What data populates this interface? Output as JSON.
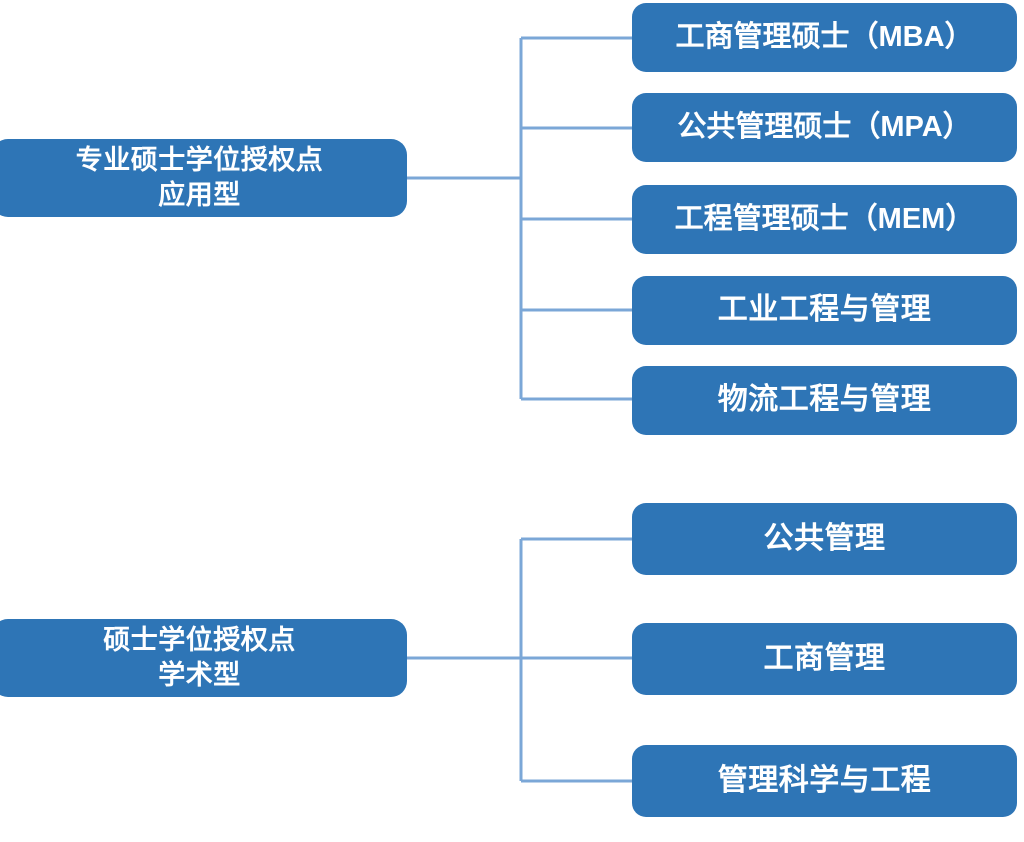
{
  "diagram": {
    "title_semantic": "degree-authorization-points-org-chart",
    "colors": {
      "node_fill": "#2E75B6",
      "node_text": "#FFFFFF",
      "connector": "#7BA7D7",
      "background": "#FFFFFF"
    },
    "groups": [
      {
        "id": "applied",
        "parent": {
          "label": "专业硕士学位授权点\n应用型",
          "line1": "专业硕士学位授权点",
          "line2": "应用型"
        },
        "children": [
          {
            "id": "mba",
            "label": "工商管理硕士（MBA）"
          },
          {
            "id": "mpa",
            "label": "公共管理硕士（MPA）"
          },
          {
            "id": "mem",
            "label": "工程管理硕士（MEM）"
          },
          {
            "id": "ie",
            "label": "工业工程与管理"
          },
          {
            "id": "log",
            "label": "物流工程与管理"
          }
        ]
      },
      {
        "id": "academic",
        "parent": {
          "label": "硕士学位授权点\n学术型",
          "line1": "硕士学位授权点",
          "line2": "学术型"
        },
        "children": [
          {
            "id": "pa",
            "label": "公共管理"
          },
          {
            "id": "ba",
            "label": "工商管理"
          },
          {
            "id": "mse",
            "label": "管理科学与工程"
          }
        ]
      }
    ]
  }
}
